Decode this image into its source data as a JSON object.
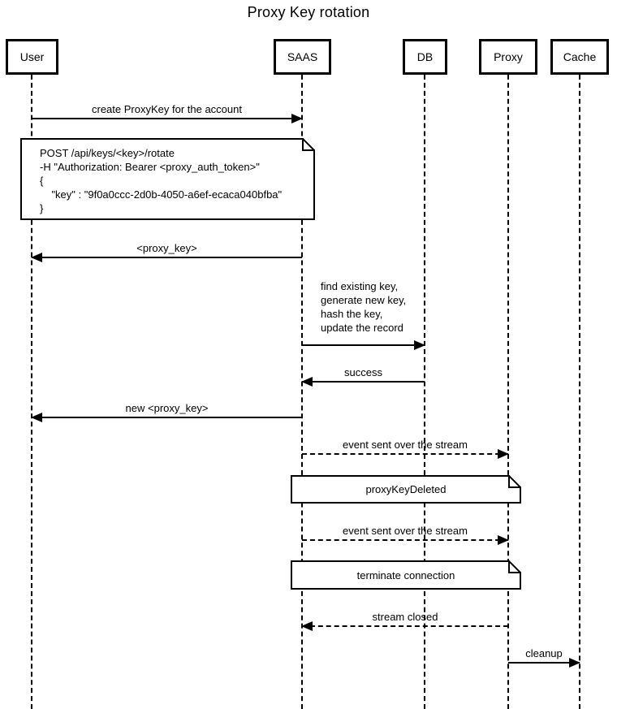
{
  "title": "Proxy Key rotation",
  "participants": {
    "user": "User",
    "saas": "SAAS",
    "db": "DB",
    "proxy": "Proxy",
    "cache": "Cache"
  },
  "messages": {
    "create_proxykey": "create ProxyKey for the account",
    "proxy_key_return": "<proxy_key>",
    "db_operations": "find existing key,\ngenerate new key,\nhash the key,\nupdate the record",
    "success": "success",
    "new_proxy_key": "new <proxy_key>",
    "event_stream_1": "event sent over the stream",
    "event_stream_2": "event sent over the stream",
    "stream_closed": "stream closed",
    "cleanup": "cleanup"
  },
  "notes": {
    "post_request": {
      "line1": "POST /api/keys/<key>/rotate",
      "line2": "-H \"Authorization: Bearer <proxy_auth_token>\"",
      "line3": "{",
      "line4": "    \"key\" : \"9f0a0ccc-2d0b-4050-a6ef-ecaca040bfba\"",
      "line5": "}"
    },
    "proxy_key_deleted": "proxyKeyDeleted",
    "terminate_connection": "terminate connection"
  }
}
